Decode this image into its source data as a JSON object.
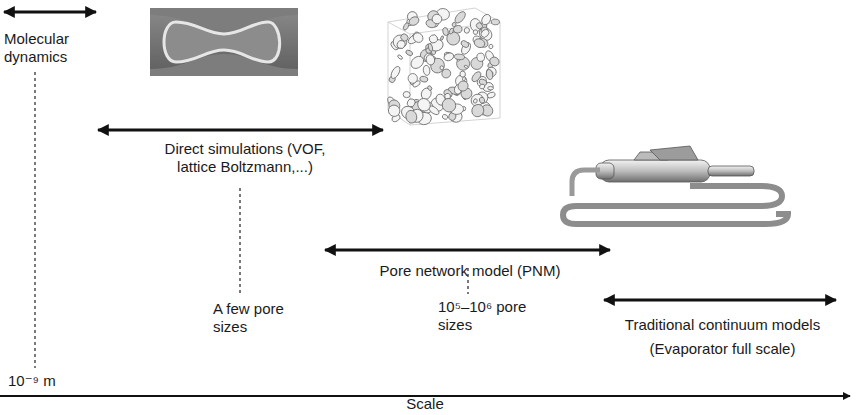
{
  "diagram": {
    "labels": [
      "Molecular dynamics",
      "Direct simulations (VOF, lattice Boltzmann,...)",
      "Pore network model (PNM)",
      "Traditional continuum models",
      "(Evaporator full scale)",
      "10⁻⁹ m",
      "A few pore sizes",
      "10⁵–10⁶ pore sizes",
      "Scale"
    ]
  }
}
